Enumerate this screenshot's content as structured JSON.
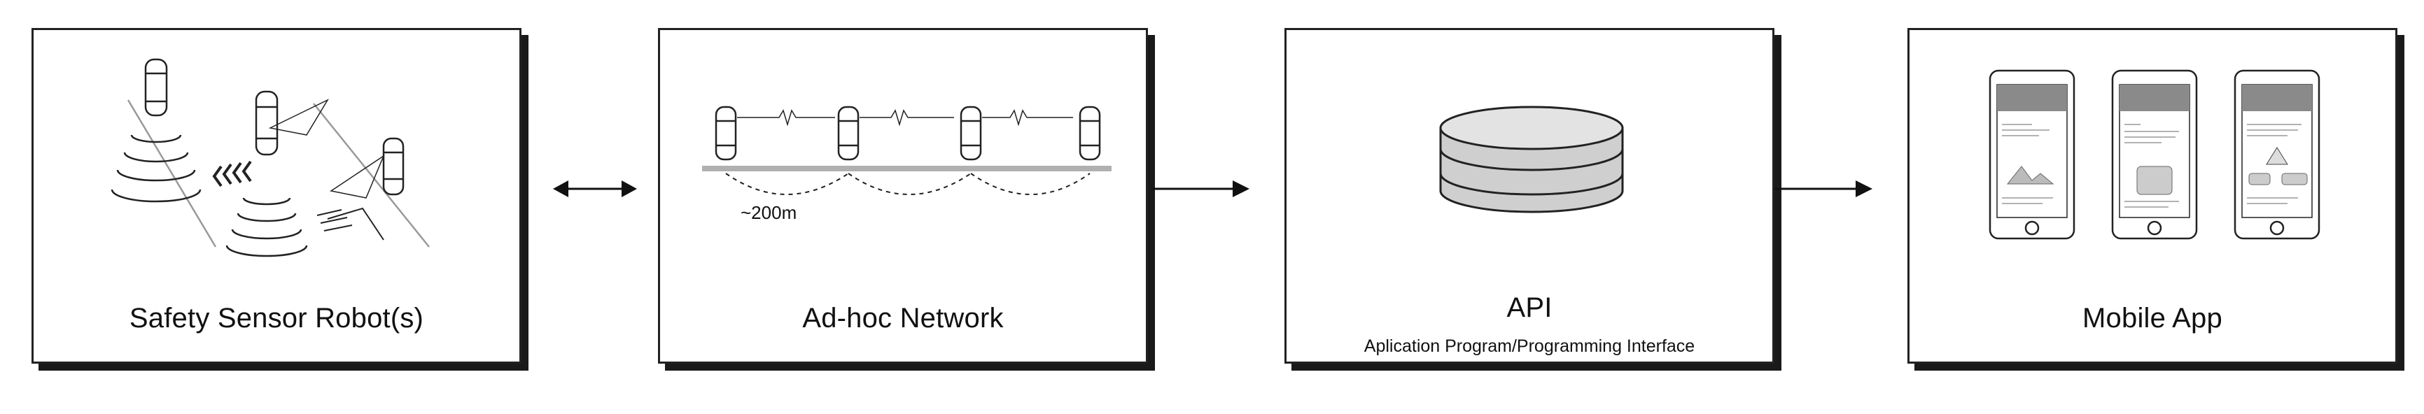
{
  "panels": [
    {
      "title": "Safety Sensor Robot(s)"
    },
    {
      "title": "Ad-hoc Network",
      "distance_label": "~200m"
    },
    {
      "title": "API",
      "subtitle": "Aplication Program/Programming Interface"
    },
    {
      "title": "Mobile App"
    }
  ],
  "icons": {
    "robot": "safety-sensor-robot-icon",
    "network": "network-icon",
    "database": "database-icon",
    "phone": "smartphone-icon"
  },
  "connectors": [
    "bidirectional-arrow",
    "arrow-right",
    "arrow-right"
  ],
  "colors": {
    "stroke": "#222222",
    "screen_header": "#8a8a8a",
    "rail": "#b0b0b0"
  }
}
